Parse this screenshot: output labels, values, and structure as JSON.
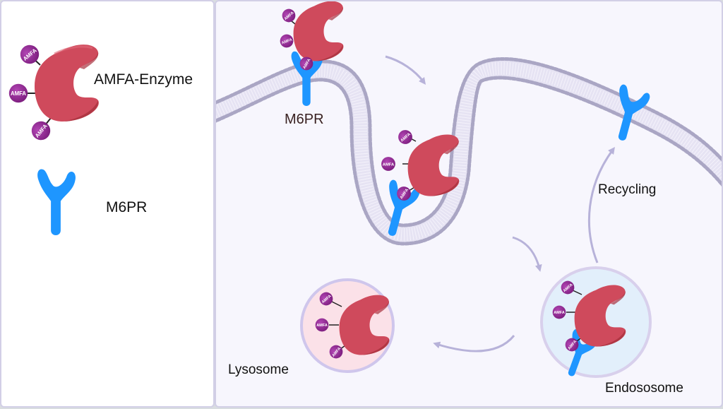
{
  "legend": {
    "enzyme_label": "AMFA-Enzyme",
    "receptor_label": "M6PR"
  },
  "diagram": {
    "membrane_receptor_label": "M6PR",
    "recycling_label": "Recycling",
    "lysosome_label": "Lysosome",
    "endosome_label": "Endososome",
    "tag_text": "AMFA"
  },
  "colors": {
    "enzyme": "#cf4a5c",
    "enzyme_shadow": "#a8323f",
    "tag": "#8e2690",
    "receptor": "#1e96ff",
    "membrane_head": "#aaa6c4",
    "arrow": "#b7b2d9",
    "lysosome_fill": "#fbe1e8",
    "endosome_fill": "#e2effb",
    "vesicle_border": "#cfc6ec"
  }
}
